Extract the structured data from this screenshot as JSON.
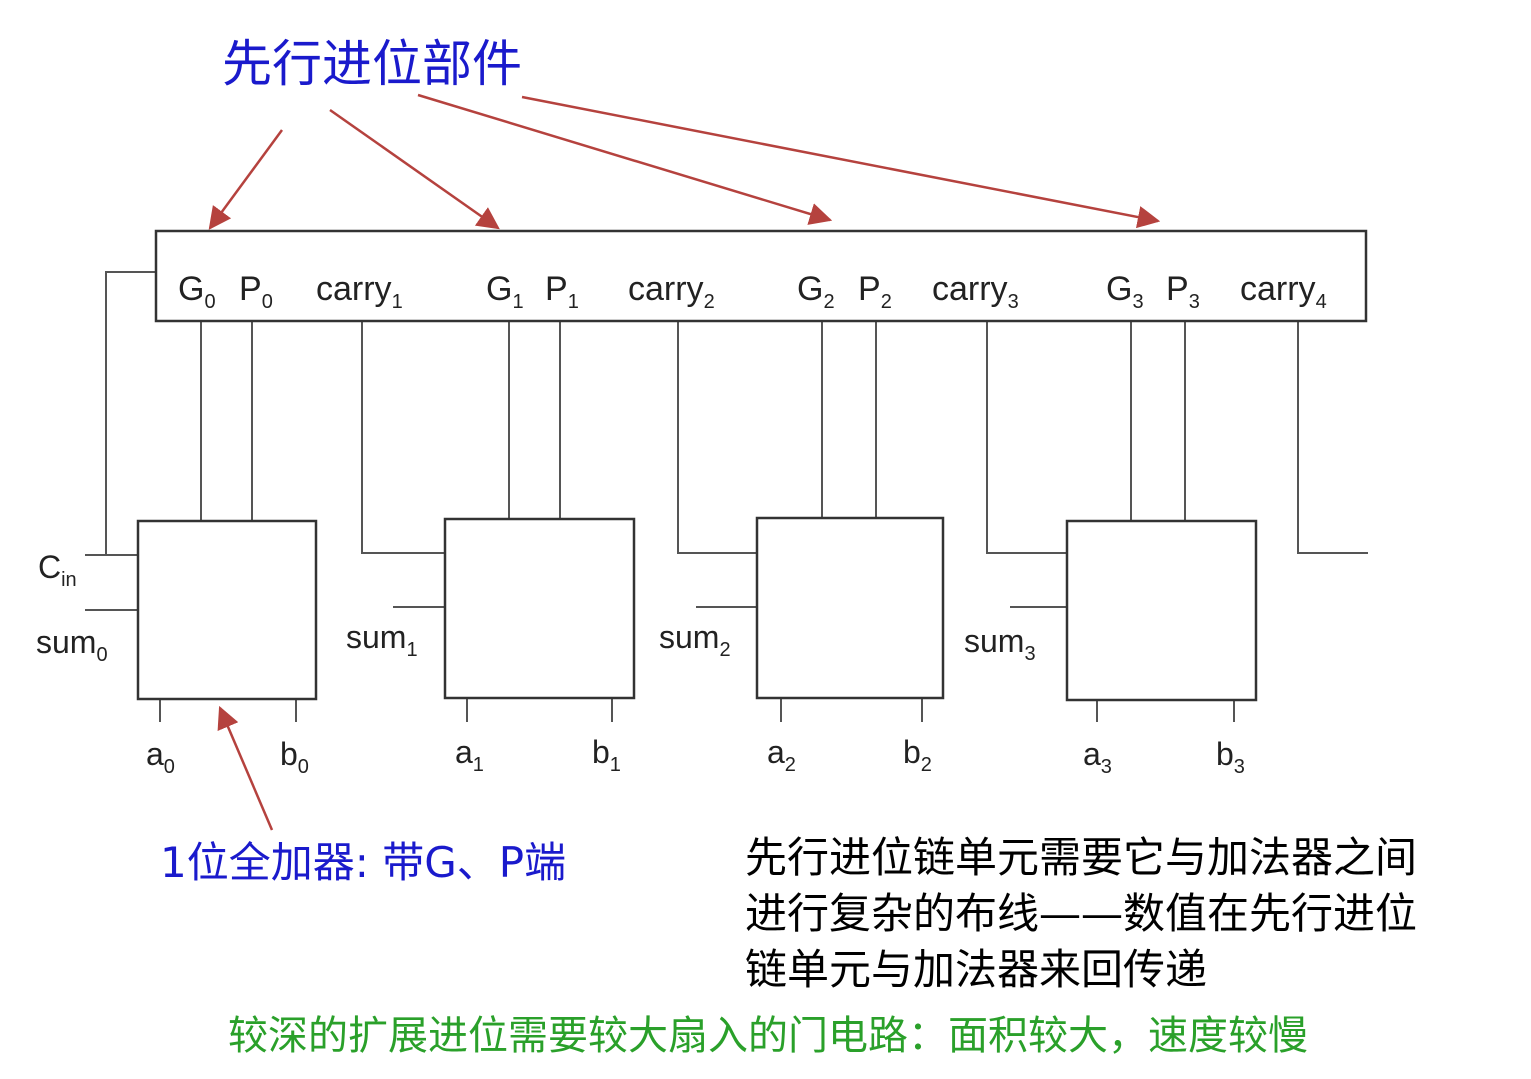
{
  "title": "先行进位部件",
  "lookahead_unit": {
    "slots": [
      {
        "g": "G",
        "g_sub": "0",
        "p": "P",
        "p_sub": "0",
        "carry": "carry",
        "carry_sub": "1"
      },
      {
        "g": "G",
        "g_sub": "1",
        "p": "P",
        "p_sub": "1",
        "carry": "carry",
        "carry_sub": "2"
      },
      {
        "g": "G",
        "g_sub": "2",
        "p": "P",
        "p_sub": "2",
        "carry": "carry",
        "carry_sub": "3"
      },
      {
        "g": "G",
        "g_sub": "3",
        "p": "P",
        "p_sub": "3",
        "carry": "carry",
        "carry_sub": "4"
      }
    ]
  },
  "cin": {
    "main": "C",
    "sub": "in"
  },
  "adders": [
    {
      "sum": "sum",
      "sum_sub": "0",
      "a": "a",
      "a_sub": "0",
      "b": "b",
      "b_sub": "0"
    },
    {
      "sum": "sum",
      "sum_sub": "1",
      "a": "a",
      "a_sub": "1",
      "b": "b",
      "b_sub": "1"
    },
    {
      "sum": "sum",
      "sum_sub": "2",
      "a": "a",
      "a_sub": "2",
      "b": "b",
      "b_sub": "2"
    },
    {
      "sum": "sum",
      "sum_sub": "3",
      "a": "a",
      "a_sub": "3",
      "b": "b",
      "b_sub": "3"
    }
  ],
  "adder_caption": "1位全加器: 带G、P端",
  "note_lines": [
    "先行进位链单元需要它与加法器之间",
    "进行复杂的布线——数值在先行进位",
    "链单元与加法器来回传递"
  ],
  "bottom_note": "较深的扩展进位需要较大扇入的门电路：面积较大，速度较慢",
  "colors": {
    "title": "#1a1acc",
    "arrow": "#b5423e",
    "note": "#000000",
    "bottom_note": "#2aa02a"
  }
}
